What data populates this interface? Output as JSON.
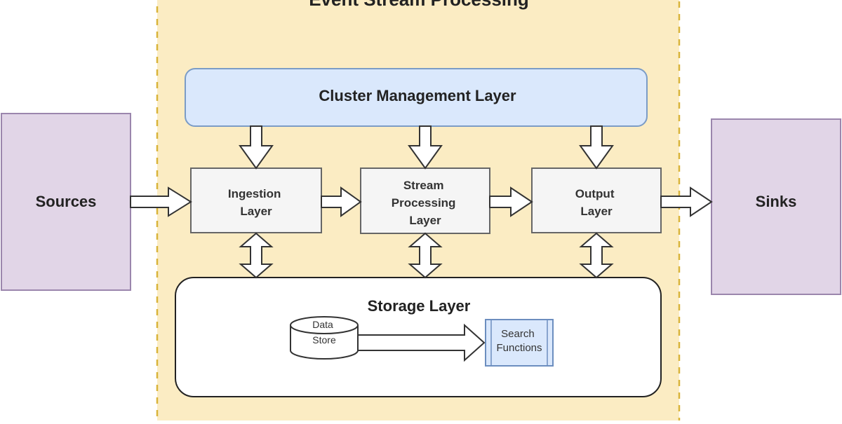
{
  "diagram": {
    "title": "Event Stream Processing",
    "colors": {
      "container_fill": "#fbecc3",
      "container_border": "#d9b43a",
      "purple_fill": "#e1d5e7",
      "purple_border": "#9b86ad",
      "blue_fill": "#dae8fc",
      "blue_border": "#7b9cc6",
      "gray_fill": "#f5f5f5",
      "gray_border": "#666666",
      "search_fill": "#dae8fc",
      "search_border": "#6c8ebf"
    },
    "nodes": {
      "sources": "Sources",
      "sinks": "Sinks",
      "cluster": "Cluster Management Layer",
      "ingestion": [
        "Ingestion",
        "Layer"
      ],
      "stream": [
        "Stream",
        "Processing",
        "Layer"
      ],
      "output": [
        "Output",
        "Layer"
      ],
      "storage": "Storage Layer",
      "datastore": [
        "Data",
        "Store"
      ],
      "search": [
        "Search",
        "Functions"
      ]
    }
  }
}
